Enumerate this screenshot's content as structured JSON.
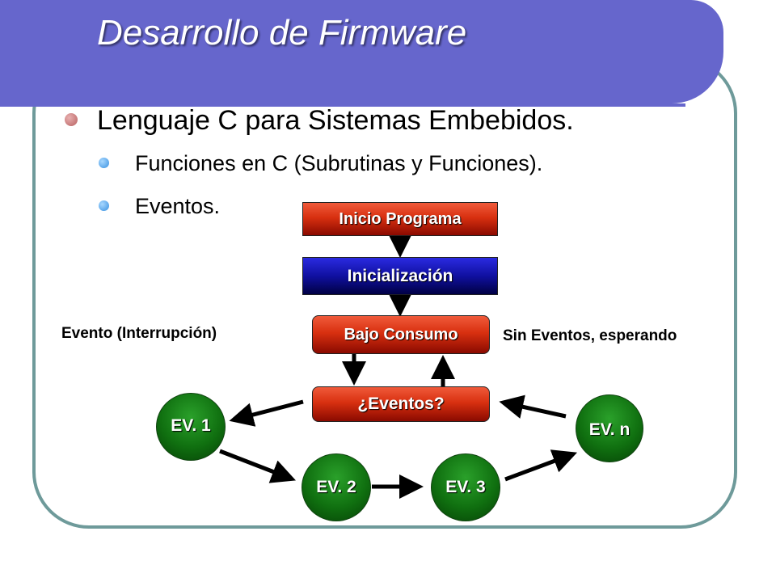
{
  "slide": {
    "title": "Desarrollo de Firmware",
    "bullets": [
      {
        "level": 1,
        "text": "Lenguaje C para Sistemas Embebidos."
      },
      {
        "level": 2,
        "text": "Funciones en C (Subrutinas y Funciones)."
      },
      {
        "level": 2,
        "text": "Eventos."
      }
    ]
  },
  "diagram": {
    "boxes": {
      "inicio": "Inicio Programa",
      "inicializacion": "Inicialización",
      "bajo_consumo": "Bajo Consumo",
      "eventos": "¿Eventos?"
    },
    "labels": {
      "evento": "Evento (Interrupción)",
      "sin_eventos": "Sin Eventos, esperando"
    },
    "events": [
      "EV. 1",
      "EV. 2",
      "EV. 3",
      "EV. n"
    ]
  },
  "colors": {
    "title_bar": "#6666cc",
    "frame": "#6e9a9a",
    "red_box": "#d83010",
    "blue_box": "#1010a0",
    "event_circle": "#107010"
  }
}
